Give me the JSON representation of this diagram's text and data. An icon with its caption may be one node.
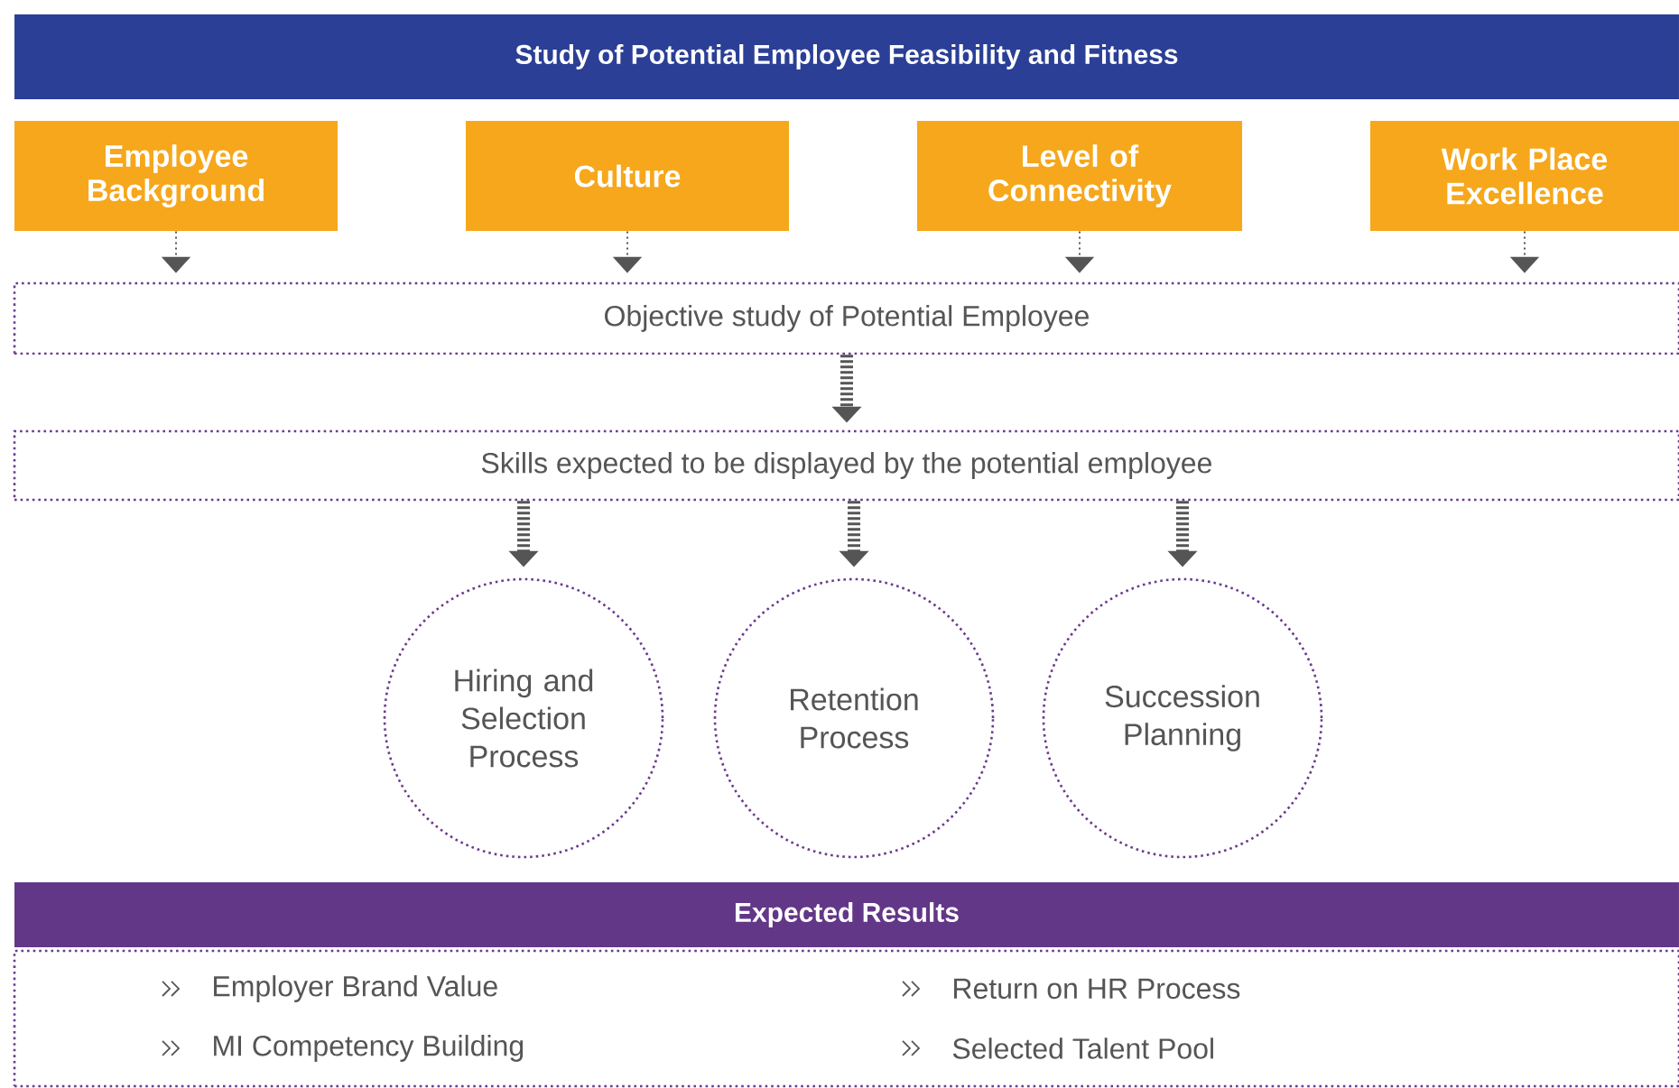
{
  "diagram": {
    "nodes": [
      {
        "text": [
          "Study of Potential Employee Feasibility and Fitness"
        ]
      },
      {
        "text": [
          "Employee Background"
        ]
      },
      {
        "text": [
          "Culture"
        ]
      },
      {
        "text": [
          "Level of Connectivity"
        ]
      },
      {
        "text": [
          "Work Place Excellence"
        ]
      },
      {
        "text": [
          "Objective study of Potential Employee"
        ]
      },
      {
        "text": [
          "Skills expected to be displayed by the potential employee"
        ]
      },
      {
        "text": [
          "Hiring and Selection Process"
        ]
      },
      {
        "text": [
          "Retention Process"
        ]
      },
      {
        "text": [
          "Succession Planning"
        ]
      },
      {
        "text": [
          "Expected Results"
        ]
      },
      {
        "text": [
          "Employer Brand Value",
          "Return on HR Process",
          "MI Competency Building",
          "Selected Talent Pool"
        ]
      }
    ],
    "edges": [
      {
        "from": 1,
        "to": 5,
        "arrow": "to"
      },
      {
        "from": 2,
        "to": 5,
        "arrow": "to"
      },
      {
        "from": 3,
        "to": 5,
        "arrow": "to"
      },
      {
        "from": 4,
        "to": 5,
        "arrow": "to"
      },
      {
        "from": 5,
        "to": 6,
        "arrow": "to",
        "style": "dashed"
      },
      {
        "from": 6,
        "to": 7,
        "arrow": "to",
        "style": "dashed"
      },
      {
        "from": 6,
        "to": 8,
        "arrow": "to",
        "style": "dashed"
      },
      {
        "from": 6,
        "to": 9,
        "arrow": "to",
        "style": "dashed"
      }
    ]
  }
}
